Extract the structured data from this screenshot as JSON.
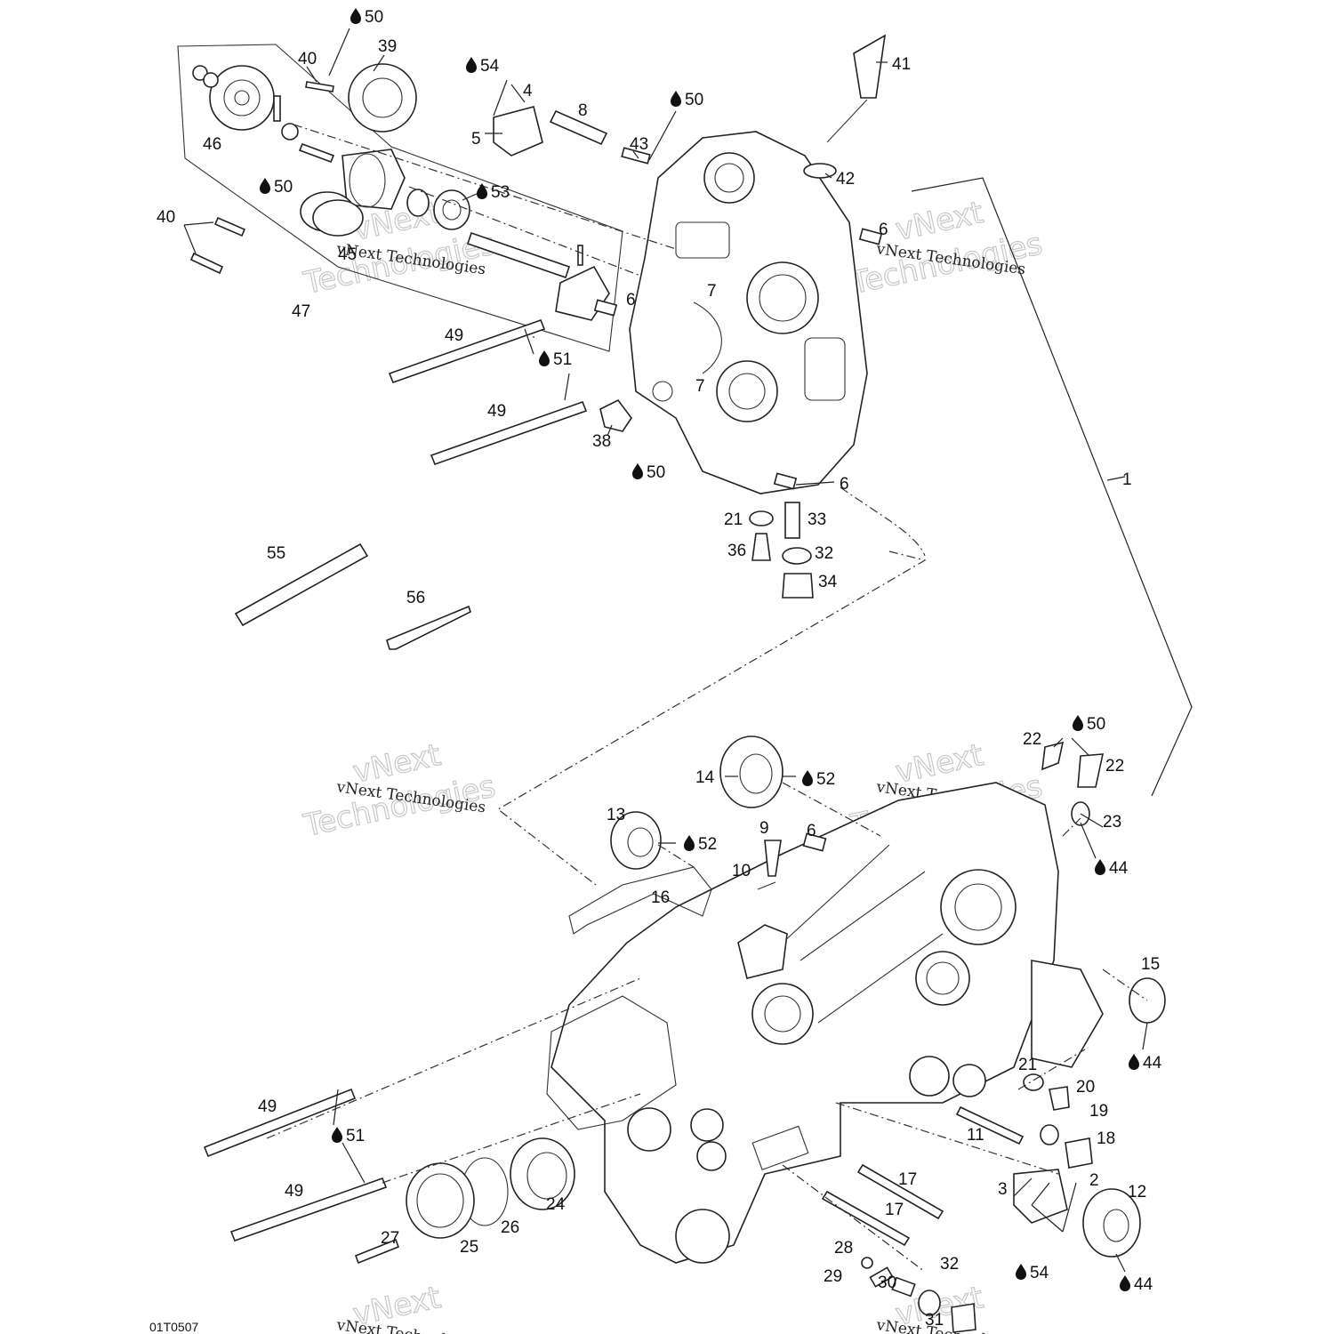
{
  "drawing_code": "01T0507",
  "watermark": {
    "brand": "vNext Technologies",
    "line1": "vNext",
    "line2": "Technologies"
  },
  "callouts": [
    {
      "id": "c-50-a",
      "text": "50",
      "drop": true
    },
    {
      "id": "c-40-a",
      "text": "40",
      "drop": false
    },
    {
      "id": "c-39",
      "text": "39",
      "drop": false
    },
    {
      "id": "c-46",
      "text": "46",
      "drop": false
    },
    {
      "id": "c-54-a",
      "text": "54",
      "drop": true
    },
    {
      "id": "c-4",
      "text": "4",
      "drop": false
    },
    {
      "id": "c-5",
      "text": "5",
      "drop": false
    },
    {
      "id": "c-8",
      "text": "8",
      "drop": false
    },
    {
      "id": "c-50-b",
      "text": "50",
      "drop": true
    },
    {
      "id": "c-43",
      "text": "43",
      "drop": false
    },
    {
      "id": "c-41",
      "text": "41",
      "drop": false
    },
    {
      "id": "c-42",
      "text": "42",
      "drop": false
    },
    {
      "id": "c-50-c",
      "text": "50",
      "drop": true
    },
    {
      "id": "c-53",
      "text": "53",
      "drop": true
    },
    {
      "id": "c-40-b",
      "text": "40",
      "drop": false
    },
    {
      "id": "c-45",
      "text": "45",
      "drop": false
    },
    {
      "id": "c-47",
      "text": "47",
      "drop": false
    },
    {
      "id": "c-6-a",
      "text": "6",
      "drop": false
    },
    {
      "id": "c-6-b",
      "text": "6",
      "drop": false
    },
    {
      "id": "c-7-a",
      "text": "7",
      "drop": false
    },
    {
      "id": "c-7-b",
      "text": "7",
      "drop": false
    },
    {
      "id": "c-49-a",
      "text": "49",
      "drop": false
    },
    {
      "id": "c-51-a",
      "text": "51",
      "drop": true
    },
    {
      "id": "c-49-b",
      "text": "49",
      "drop": false
    },
    {
      "id": "c-38",
      "text": "38",
      "drop": false
    },
    {
      "id": "c-50-d",
      "text": "50",
      "drop": true
    },
    {
      "id": "c-6-c",
      "text": "6",
      "drop": false
    },
    {
      "id": "c-1",
      "text": "1",
      "drop": false
    },
    {
      "id": "c-21-a",
      "text": "21",
      "drop": false
    },
    {
      "id": "c-33",
      "text": "33",
      "drop": false
    },
    {
      "id": "c-36",
      "text": "36",
      "drop": false
    },
    {
      "id": "c-32-a",
      "text": "32",
      "drop": false
    },
    {
      "id": "c-34",
      "text": "34",
      "drop": false
    },
    {
      "id": "c-55",
      "text": "55",
      "drop": false
    },
    {
      "id": "c-56",
      "text": "56",
      "drop": false
    },
    {
      "id": "c-22-a",
      "text": "22",
      "drop": false
    },
    {
      "id": "c-50-e",
      "text": "50",
      "drop": true
    },
    {
      "id": "c-22-b",
      "text": "22",
      "drop": false
    },
    {
      "id": "c-14",
      "text": "14",
      "drop": false
    },
    {
      "id": "c-52-a",
      "text": "52",
      "drop": true
    },
    {
      "id": "c-23",
      "text": "23",
      "drop": false
    },
    {
      "id": "c-44-a",
      "text": "44",
      "drop": true
    },
    {
      "id": "c-13",
      "text": "13",
      "drop": false
    },
    {
      "id": "c-52-b",
      "text": "52",
      "drop": true
    },
    {
      "id": "c-9",
      "text": "9",
      "drop": false
    },
    {
      "id": "c-6-d",
      "text": "6",
      "drop": false
    },
    {
      "id": "c-10",
      "text": "10",
      "drop": false
    },
    {
      "id": "c-16",
      "text": "16",
      "drop": false
    },
    {
      "id": "c-15",
      "text": "15",
      "drop": false
    },
    {
      "id": "c-44-b",
      "text": "44",
      "drop": true
    },
    {
      "id": "c-21-b",
      "text": "21",
      "drop": false
    },
    {
      "id": "c-20",
      "text": "20",
      "drop": false
    },
    {
      "id": "c-19",
      "text": "19",
      "drop": false
    },
    {
      "id": "c-11",
      "text": "11",
      "drop": false
    },
    {
      "id": "c-18",
      "text": "18",
      "drop": false
    },
    {
      "id": "c-49-c",
      "text": "49",
      "drop": false
    },
    {
      "id": "c-51-b",
      "text": "51",
      "drop": true
    },
    {
      "id": "c-49-d",
      "text": "49",
      "drop": false
    },
    {
      "id": "c-24",
      "text": "24",
      "drop": false
    },
    {
      "id": "c-26",
      "text": "26",
      "drop": false
    },
    {
      "id": "c-25",
      "text": "25",
      "drop": false
    },
    {
      "id": "c-27",
      "text": "27",
      "drop": false
    },
    {
      "id": "c-17-a",
      "text": "17",
      "drop": false
    },
    {
      "id": "c-17-b",
      "text": "17",
      "drop": false
    },
    {
      "id": "c-3",
      "text": "3",
      "drop": false
    },
    {
      "id": "c-2",
      "text": "2",
      "drop": false
    },
    {
      "id": "c-12",
      "text": "12",
      "drop": false
    },
    {
      "id": "c-28",
      "text": "28",
      "drop": false
    },
    {
      "id": "c-32-b",
      "text": "32",
      "drop": false
    },
    {
      "id": "c-29",
      "text": "29",
      "drop": false
    },
    {
      "id": "c-30",
      "text": "30",
      "drop": false
    },
    {
      "id": "c-31",
      "text": "31",
      "drop": false
    },
    {
      "id": "c-54-b",
      "text": "54",
      "drop": true
    },
    {
      "id": "c-44-c",
      "text": "44",
      "drop": true
    }
  ]
}
